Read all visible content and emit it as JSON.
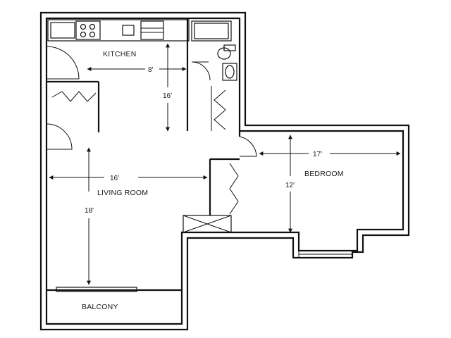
{
  "rooms": {
    "kitchen": "KITCHEN",
    "living_room": "LIVING ROOM",
    "bedroom": "BEDROOM",
    "balcony": "BALCONY"
  },
  "dimensions": {
    "kitchen_width": "8′",
    "kitchen_length": "16′",
    "living_width": "16′",
    "living_length": "18′",
    "bedroom_width": "17′",
    "bedroom_length": "12′"
  },
  "colors": {
    "line": "#111111",
    "background": "#ffffff"
  }
}
